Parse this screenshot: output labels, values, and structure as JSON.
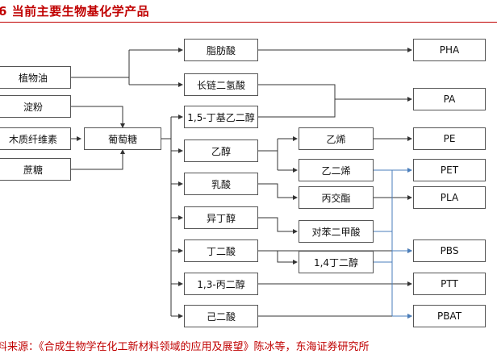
{
  "title": "6  当前主要生物基化学产品",
  "source": "料来源：《合成生物学在化工新材料领域的应用及展望》陈冰等，东海证券研究所",
  "nodes": {
    "zhiwuyou": "植物油",
    "dianfen": "淀粉",
    "muzhi": "木质纤维素",
    "zhetang": "蔗糖",
    "putaotang": "葡萄糖",
    "zhifangsuan": "脂肪酸",
    "changlian": "长链二氢酸",
    "butyl": "1,5-丁基乙二醇",
    "yichun": "乙醇",
    "rusuan": "乳酸",
    "yidingchun": "异丁醇",
    "dingersuan": "丁二酸",
    "bingerchun": "1,3-丙二醇",
    "jiersuan": "己二酸",
    "yixi": "乙烯",
    "yierxi": "乙二烯",
    "bingjiaozhi": "丙交酯",
    "duiben": "对苯二甲酸",
    "dingerchun": "1,4丁二醇",
    "pha": "PHA",
    "pa": "PA",
    "pe": "PE",
    "pet": "PET",
    "pla": "PLA",
    "pbs": "PBS",
    "ptt": "PTT",
    "pbat": "PBAT"
  },
  "colors": {
    "title": "#c00000",
    "line": "#333333",
    "highlight": "#4a7ebb"
  }
}
